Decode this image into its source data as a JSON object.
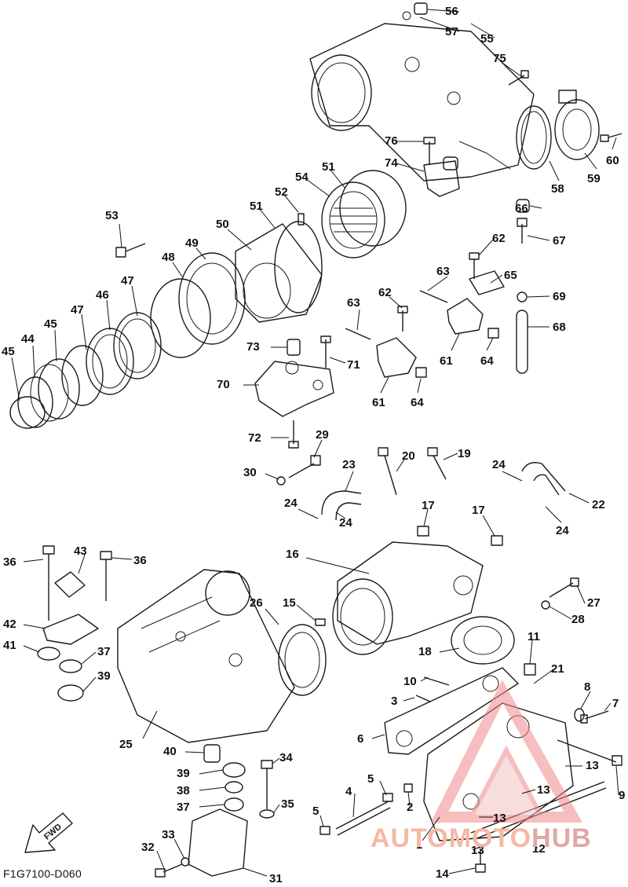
{
  "diagram": {
    "code": "F1G7100-D060",
    "direction_label": "FWD",
    "watermark": {
      "part1": "AUTOMOTO",
      "part2": "HUB",
      "color1": "#f4b9a3",
      "color2": "#e0a7a7",
      "logo_color": "#f08a8a"
    },
    "callouts": [
      {
        "id": "1",
        "label": "1"
      },
      {
        "id": "2",
        "label": "2"
      },
      {
        "id": "3",
        "label": "3"
      },
      {
        "id": "4",
        "label": "4"
      },
      {
        "id": "5a",
        "label": "5"
      },
      {
        "id": "5b",
        "label": "5"
      },
      {
        "id": "6",
        "label": "6"
      },
      {
        "id": "7",
        "label": "7"
      },
      {
        "id": "8",
        "label": "8"
      },
      {
        "id": "9",
        "label": "9"
      },
      {
        "id": "10",
        "label": "10"
      },
      {
        "id": "11",
        "label": "11"
      },
      {
        "id": "12",
        "label": "12"
      },
      {
        "id": "13a",
        "label": "13"
      },
      {
        "id": "13b",
        "label": "13"
      },
      {
        "id": "13c",
        "label": "13"
      },
      {
        "id": "13d",
        "label": "13"
      },
      {
        "id": "14",
        "label": "14"
      },
      {
        "id": "15",
        "label": "15"
      },
      {
        "id": "16",
        "label": "16"
      },
      {
        "id": "17a",
        "label": "17"
      },
      {
        "id": "17b",
        "label": "17"
      },
      {
        "id": "18",
        "label": "18"
      },
      {
        "id": "19",
        "label": "19"
      },
      {
        "id": "20",
        "label": "20"
      },
      {
        "id": "21",
        "label": "21"
      },
      {
        "id": "22",
        "label": "22"
      },
      {
        "id": "23",
        "label": "23"
      },
      {
        "id": "24a",
        "label": "24"
      },
      {
        "id": "24b",
        "label": "24"
      },
      {
        "id": "24c",
        "label": "24"
      },
      {
        "id": "24d",
        "label": "24"
      },
      {
        "id": "25",
        "label": "25"
      },
      {
        "id": "26",
        "label": "26"
      },
      {
        "id": "27",
        "label": "27"
      },
      {
        "id": "28",
        "label": "28"
      },
      {
        "id": "29",
        "label": "29"
      },
      {
        "id": "30",
        "label": "30"
      },
      {
        "id": "31",
        "label": "31"
      },
      {
        "id": "32",
        "label": "32"
      },
      {
        "id": "33",
        "label": "33"
      },
      {
        "id": "34",
        "label": "34"
      },
      {
        "id": "35",
        "label": "35"
      },
      {
        "id": "36a",
        "label": "36"
      },
      {
        "id": "36b",
        "label": "36"
      },
      {
        "id": "37a",
        "label": "37"
      },
      {
        "id": "37b",
        "label": "37"
      },
      {
        "id": "38",
        "label": "38"
      },
      {
        "id": "39a",
        "label": "39"
      },
      {
        "id": "39b",
        "label": "39"
      },
      {
        "id": "40",
        "label": "40"
      },
      {
        "id": "41",
        "label": "41"
      },
      {
        "id": "42",
        "label": "42"
      },
      {
        "id": "43",
        "label": "43"
      },
      {
        "id": "44",
        "label": "44"
      },
      {
        "id": "45a",
        "label": "45"
      },
      {
        "id": "45b",
        "label": "45"
      },
      {
        "id": "46",
        "label": "46"
      },
      {
        "id": "47a",
        "label": "47"
      },
      {
        "id": "47b",
        "label": "47"
      },
      {
        "id": "48",
        "label": "48"
      },
      {
        "id": "49",
        "label": "49"
      },
      {
        "id": "50",
        "label": "50"
      },
      {
        "id": "51a",
        "label": "51"
      },
      {
        "id": "51b",
        "label": "51"
      },
      {
        "id": "52",
        "label": "52"
      },
      {
        "id": "53",
        "label": "53"
      },
      {
        "id": "54",
        "label": "54"
      },
      {
        "id": "55",
        "label": "55"
      },
      {
        "id": "56",
        "label": "56"
      },
      {
        "id": "57",
        "label": "57"
      },
      {
        "id": "58",
        "label": "58"
      },
      {
        "id": "59",
        "label": "59"
      },
      {
        "id": "60",
        "label": "60"
      },
      {
        "id": "61a",
        "label": "61"
      },
      {
        "id": "61b",
        "label": "61"
      },
      {
        "id": "62a",
        "label": "62"
      },
      {
        "id": "62b",
        "label": "62"
      },
      {
        "id": "63a",
        "label": "63"
      },
      {
        "id": "63b",
        "label": "63"
      },
      {
        "id": "64a",
        "label": "64"
      },
      {
        "id": "64b",
        "label": "64"
      },
      {
        "id": "65",
        "label": "65"
      },
      {
        "id": "66",
        "label": "66"
      },
      {
        "id": "67",
        "label": "67"
      },
      {
        "id": "68",
        "label": "68"
      },
      {
        "id": "69",
        "label": "69"
      },
      {
        "id": "70",
        "label": "70"
      },
      {
        "id": "71",
        "label": "71"
      },
      {
        "id": "72",
        "label": "72"
      },
      {
        "id": "73",
        "label": "73"
      },
      {
        "id": "74",
        "label": "74"
      },
      {
        "id": "75",
        "label": "75"
      },
      {
        "id": "76",
        "label": "76"
      }
    ]
  }
}
